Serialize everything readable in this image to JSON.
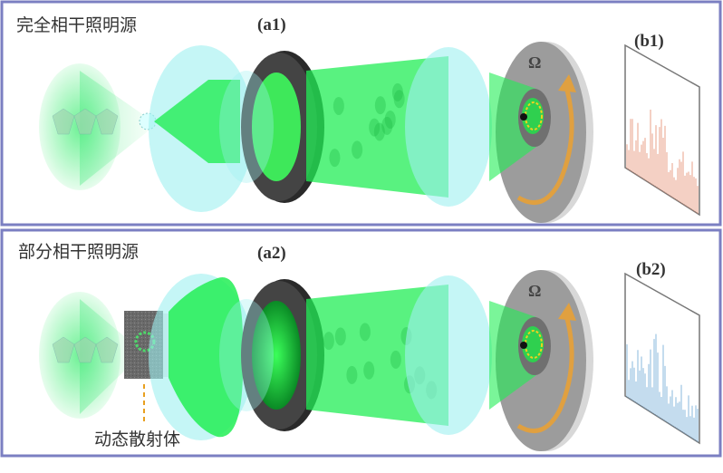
{
  "panels": [
    {
      "title": "完全相干照明源",
      "aperture_label": "(a1)",
      "detector_label": "(b1)",
      "rotation_symbol": "Ω",
      "signal_color": "#e07a5a"
    },
    {
      "title": "部分相干照明源",
      "aperture_label": "(a2)",
      "detector_label": "(b2)",
      "rotation_symbol": "Ω",
      "signal_color": "#5a9bd0",
      "scatterer_label": "动态散射体"
    }
  ],
  "colors": {
    "border": "#7b7fc2",
    "beam": "#22ee55",
    "lens": "#9ef0f0",
    "ring": "#444444",
    "disc": "#9c9c9c",
    "arrow": "#e0a040"
  }
}
